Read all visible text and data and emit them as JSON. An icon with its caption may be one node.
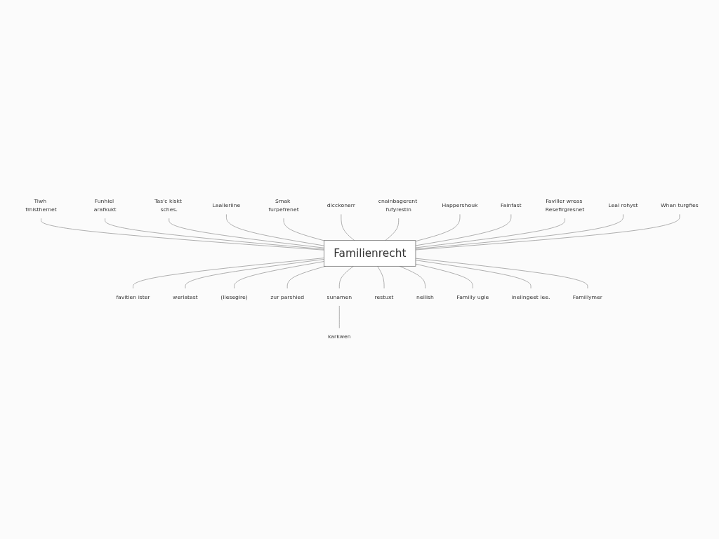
{
  "diagram": {
    "nodes": [
      {
        "text": [
          "Familienrecht"
        ]
      },
      {
        "text": [
          "Tiwh fmisthernet"
        ]
      },
      {
        "text": [
          "Funhiel arafkukt"
        ]
      },
      {
        "text": [
          "Tas'c kiskt sches."
        ]
      },
      {
        "text": [
          "Laalleriine"
        ]
      },
      {
        "text": [
          "Smak furpefrenet"
        ]
      },
      {
        "text": [
          "dlcckonerr"
        ]
      },
      {
        "text": [
          "cnainbagerent fufyrestin"
        ]
      },
      {
        "text": [
          "Happershouk"
        ]
      },
      {
        "text": [
          "Fainfast"
        ]
      },
      {
        "text": [
          "favitien ister"
        ]
      },
      {
        "text": [
          "werlatast"
        ]
      },
      {
        "text": [
          "(Ilesegire)"
        ]
      },
      {
        "text": [
          "zur parshied"
        ]
      },
      {
        "text": [
          "sunamen"
        ]
      },
      {
        "text": [
          "karkwen"
        ]
      },
      {
        "text": [
          "restuxt"
        ]
      },
      {
        "text": [
          "nellish"
        ]
      },
      {
        "text": [
          "Familly ugle"
        ]
      },
      {
        "text": [
          "inelingeet lee."
        ]
      },
      {
        "text": [
          "Famillymer"
        ]
      },
      {
        "text": [
          "Faviller wreas Resefirgresnet"
        ]
      },
      {
        "text": [
          "Leal rohyst"
        ]
      },
      {
        "text": [
          "Whan turgfies"
        ]
      }
    ],
    "edges": [
      {
        "from": 1,
        "to": 0,
        "arrow": "none"
      },
      {
        "from": 2,
        "to": 0,
        "arrow": "none"
      },
      {
        "from": 3,
        "to": 0,
        "arrow": "none"
      },
      {
        "from": 4,
        "to": 0,
        "arrow": "none"
      },
      {
        "from": 5,
        "to": 0,
        "arrow": "none"
      },
      {
        "from": 6,
        "to": 0,
        "arrow": "none"
      },
      {
        "from": 7,
        "to": 0,
        "arrow": "none"
      },
      {
        "from": 8,
        "to": 0,
        "arrow": "none"
      },
      {
        "from": 9,
        "to": 0,
        "arrow": "none"
      },
      {
        "from": 0,
        "to": 10,
        "arrow": "none"
      },
      {
        "from": 0,
        "to": 11,
        "arrow": "none"
      },
      {
        "from": 0,
        "to": 12,
        "arrow": "none"
      },
      {
        "from": 0,
        "to": 13,
        "arrow": "none"
      },
      {
        "from": 0,
        "to": 14,
        "arrow": "none"
      },
      {
        "from": 14,
        "to": 15,
        "arrow": "none"
      },
      {
        "from": 0,
        "to": 16,
        "arrow": "none"
      },
      {
        "from": 0,
        "to": 17,
        "arrow": "none"
      },
      {
        "from": 0,
        "to": 18,
        "arrow": "none"
      },
      {
        "from": 0,
        "to": 19,
        "arrow": "none"
      },
      {
        "from": 0,
        "to": 20,
        "arrow": "none"
      },
      {
        "from": 21,
        "to": 0,
        "arrow": "none"
      },
      {
        "from": 22,
        "to": 0,
        "arrow": "none"
      },
      {
        "from": 23,
        "to": 0,
        "arrow": "none"
      }
    ]
  }
}
